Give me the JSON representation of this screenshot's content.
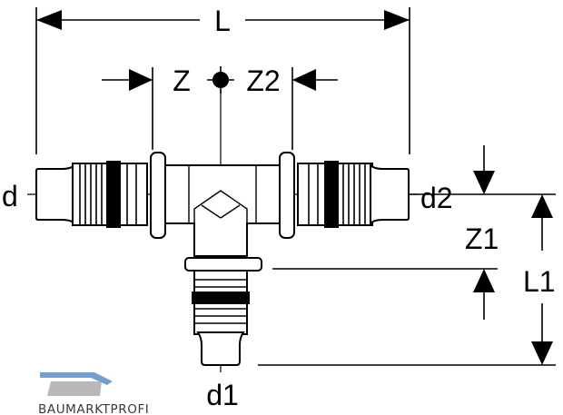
{
  "labels": {
    "L": "L",
    "Z": "Z",
    "Z2": "Z2",
    "d": "d",
    "d2": "d2",
    "Z1": "Z1",
    "L1": "L1",
    "d1": "d1"
  },
  "watermark": {
    "text": "BAUMARKTPROFI",
    "accent_color": "#5b8fc9"
  },
  "colors": {
    "line": "#000000",
    "background": "#ffffff"
  },
  "icons": {
    "center_point": "filled-circle-icon",
    "dimension_arrow": "arrowhead-icon"
  }
}
